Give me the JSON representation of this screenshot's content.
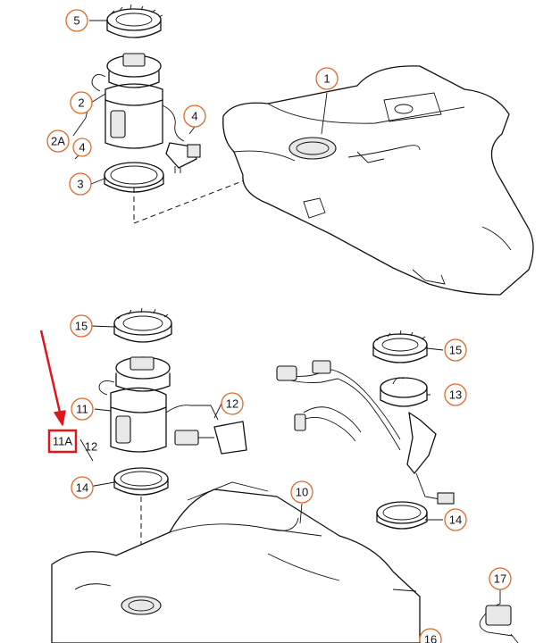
{
  "callouts": {
    "c1": "1",
    "c2": "2",
    "c2a": "2A",
    "c3": "3",
    "c4a": "4",
    "c4b": "4",
    "c5": "5",
    "c10": "10",
    "c11": "11",
    "c11a": "11A",
    "c12a": "12",
    "c12b": "12",
    "c13": "13",
    "c14a": "14",
    "c14b": "14",
    "c15a": "15",
    "c15b": "15",
    "c16": "16",
    "c17": "17"
  },
  "colors": {
    "callout_ring": "#e06a2a",
    "highlight": "#e0161b",
    "line": "#111111"
  },
  "icons": {
    "highlight_arrow": "red-arrow-icon"
  }
}
